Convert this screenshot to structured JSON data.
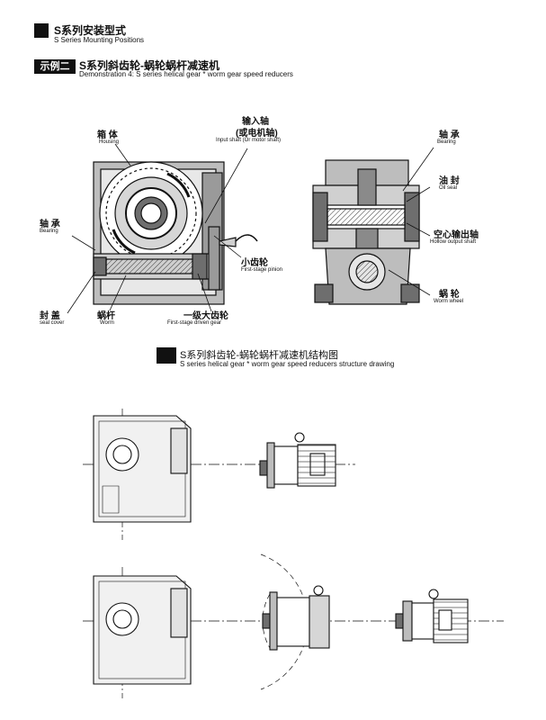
{
  "header": {
    "title_cn": "S系列安装型式",
    "title_en": "S Series Mounting Positions"
  },
  "demo": {
    "badge": "示例二",
    "title_cn": "S系列斜齿轮-蜗轮蜗杆减速机",
    "title_en": "Demonstration 4: S series helical gear * worm gear speed reducers"
  },
  "labels": {
    "input_shaft_cn": "输入轴",
    "input_shaft_cn2": "(或电机轴)",
    "input_shaft_en": "Input shaft (Or motor shaft)",
    "housing_cn": "箱 体",
    "housing_en": "Housing",
    "bearing_left_cn": "轴 承",
    "bearing_left_en": "Bearing",
    "pinion_cn": "小齿轮",
    "pinion_en": "First-stage pinion",
    "seal_cover_cn": "封 盖",
    "seal_cover_en": "seal cover",
    "worm_cn": "蜗杆",
    "worm_en": "Worm",
    "driven_gear_cn": "一级大齿轮",
    "driven_gear_en": "First-stage driven gear",
    "bearing_right_cn": "轴 承",
    "bearing_right_en": "Bearing",
    "oil_seal_cn": "油 封",
    "oil_seal_en": "Oil seal",
    "hollow_shaft_cn": "空心输出轴",
    "hollow_shaft_en": "Hollow output shaft",
    "worm_wheel_cn": "蜗 轮",
    "worm_wheel_en": "Worm wheel"
  },
  "structure": {
    "title_cn": "S系列斜齿轮-蜗轮蜗杆减速机结构图",
    "title_en": "S series helical gear * worm gear speed reducers structure drawing"
  },
  "colors": {
    "ink": "#111111",
    "fill_gray": "#c8c8c8",
    "fill_dark": "#6e6e6e",
    "fill_light": "#e6e6e6"
  }
}
